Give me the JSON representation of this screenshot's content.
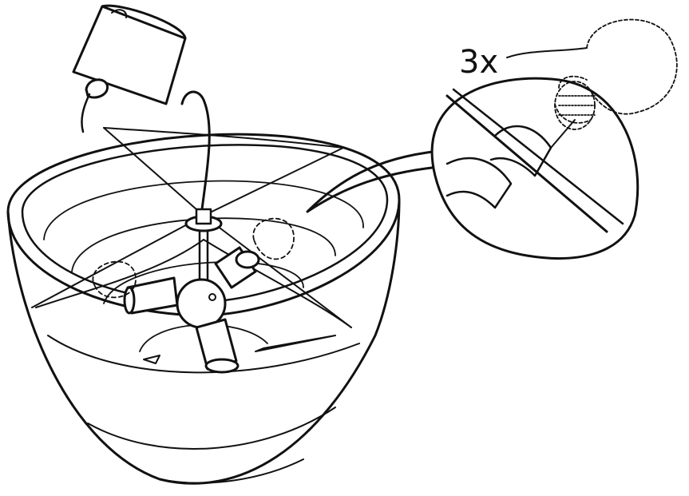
{
  "callout": {
    "quantity_label": "3x"
  },
  "colors": {
    "line": "#111111",
    "background": "#ffffff"
  },
  "icons": [
    "ceiling-canopy",
    "lamp-shade",
    "wire-frame",
    "socket",
    "light-bulb",
    "curved-arrow"
  ]
}
